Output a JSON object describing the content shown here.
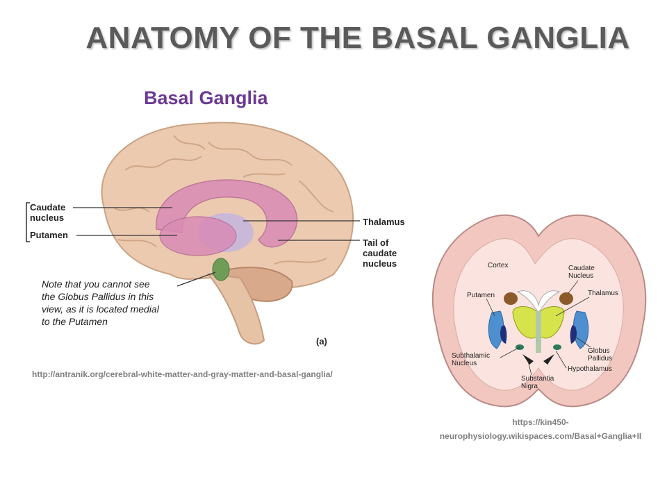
{
  "slide": {
    "title": "ANATOMY OF THE BASAL GANGLIA"
  },
  "left_figure": {
    "title": "Basal Ganglia",
    "labels": {
      "caudate": "Caudate nucleus",
      "putamen": "Putamen",
      "thalamus": "Thalamus",
      "tail": "Tail of caudate nucleus",
      "panel": "(a)"
    },
    "note": "Note that you cannot see the Globus Pallidus in this view, as it is located medial to the Putamen",
    "source_url": "http://antranik.org/cerebral-white-matter-and-gray-matter-and-basal-ganglia/"
  },
  "right_figure": {
    "labels": {
      "cortex": "Cortex",
      "caudate": "Caudate Nucleus",
      "putamen": "Putamen",
      "thalamus": "Thalamus",
      "globus": "Globus Pallidus",
      "subthalamic": "Subthalamic Nucleus",
      "hypothalamus": "Hypothalamus",
      "substantia": "Substantia Nigra"
    },
    "source_url": "https://kin450-neurophysiology.wikispaces.com/Basal+Ganglia+II"
  },
  "colors": {
    "title_text": "#5a5a5a",
    "figure_title": "#6b3a93",
    "brain_tissue": "#eccab0",
    "basal_ganglia": "#d98bb5",
    "thalamus_yellow": "#d6e34a",
    "putamen_blue": "#4e8fcf",
    "url_text": "#7f7f7f"
  }
}
